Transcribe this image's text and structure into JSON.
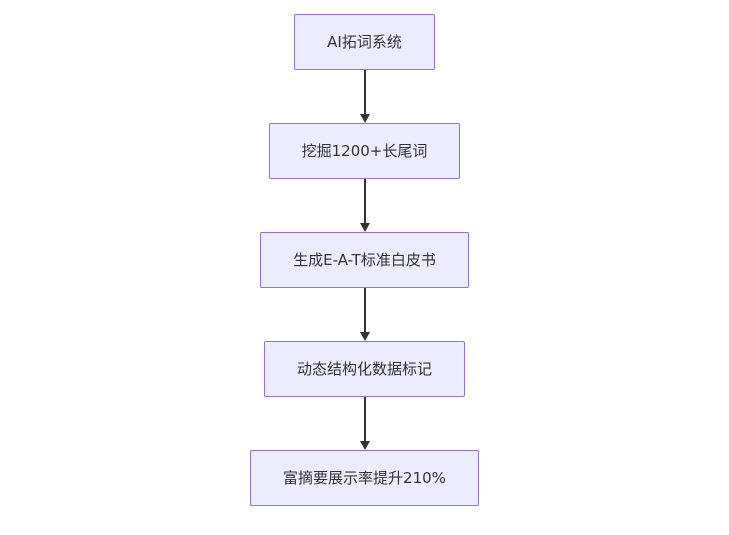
{
  "diagram": {
    "type": "flowchart",
    "direction": "top-down",
    "nodes": [
      {
        "id": "n1",
        "label": "AI拓词系统"
      },
      {
        "id": "n2",
        "label": "挖掘1200+长尾词"
      },
      {
        "id": "n3",
        "label": "生成E-A-T标准白皮书"
      },
      {
        "id": "n4",
        "label": "动态结构化数据标记"
      },
      {
        "id": "n5",
        "label": "富摘要展示率提升210%"
      }
    ],
    "edges": [
      {
        "from": "n1",
        "to": "n2"
      },
      {
        "from": "n2",
        "to": "n3"
      },
      {
        "from": "n3",
        "to": "n4"
      },
      {
        "from": "n4",
        "to": "n5"
      }
    ],
    "colors": {
      "background": "#ffffff",
      "node_fill": "#ECECFF",
      "node_border": "#9370DB",
      "arrow": "#333333",
      "text": "#333333"
    }
  }
}
